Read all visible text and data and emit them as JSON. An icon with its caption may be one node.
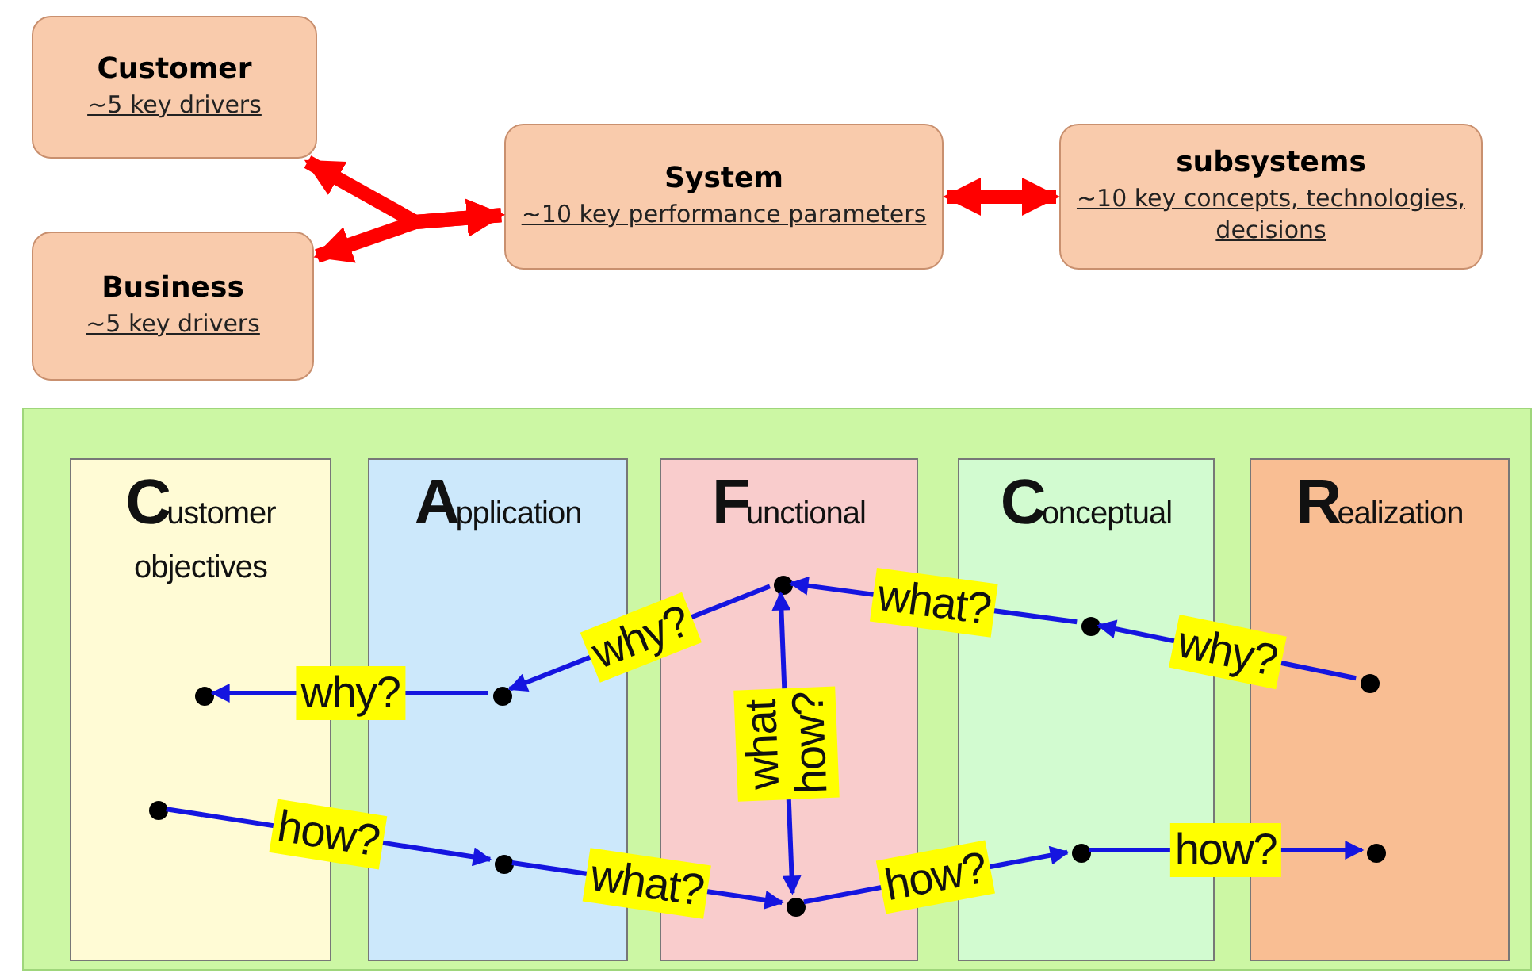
{
  "diagram": {
    "nodes": [
      {
        "text": [
          "Customer",
          "~5 key drivers"
        ]
      },
      {
        "text": [
          "Business",
          "~5 key drivers"
        ]
      },
      {
        "text": [
          "System",
          "~10 key performance parameters"
        ]
      },
      {
        "text": [
          "subsystems",
          "~10 key concepts, technologies, decisions"
        ]
      },
      {
        "text": [],
        "shape": "box"
      },
      {
        "text": [
          "Customer objectives"
        ],
        "in": 4
      },
      {
        "text": [
          "Application"
        ],
        "in": 4
      },
      {
        "text": [
          "Functional"
        ],
        "in": 4
      },
      {
        "text": [
          "Conceptual"
        ],
        "in": 4
      },
      {
        "text": [
          "Realization"
        ],
        "in": 4
      },
      {
        "text": [],
        "shape": "circle",
        "in": 5
      },
      {
        "text": [],
        "shape": "circle",
        "in": 6
      },
      {
        "text": [],
        "shape": "circle",
        "in": 7
      },
      {
        "text": [],
        "shape": "circle",
        "in": 8
      },
      {
        "text": [],
        "shape": "circle",
        "in": 9
      },
      {
        "text": [],
        "shape": "circle",
        "in": 5
      },
      {
        "text": [],
        "shape": "circle",
        "in": 6
      },
      {
        "text": [],
        "shape": "circle",
        "in": 7
      },
      {
        "text": [],
        "shape": "circle",
        "in": 8
      },
      {
        "text": [],
        "shape": "circle",
        "in": 9
      }
    ],
    "edges": [
      {
        "from": 0,
        "to": 2,
        "arrow": "both",
        "style": "thick",
        "color": "#ff0000"
      },
      {
        "from": 1,
        "to": 2,
        "arrow": "both",
        "style": "thick",
        "color": "#ff0000"
      },
      {
        "from": 2,
        "to": 3,
        "arrow": "both",
        "style": "thick",
        "color": "#ff0000"
      },
      {
        "from": 14,
        "to": 13,
        "arrow": "to",
        "label": "why?"
      },
      {
        "from": 13,
        "to": 12,
        "arrow": "to",
        "label": "what?"
      },
      {
        "from": 12,
        "to": 11,
        "arrow": "to",
        "label": "why?"
      },
      {
        "from": 11,
        "to": 10,
        "arrow": "to",
        "label": "why?"
      },
      {
        "from": 15,
        "to": 16,
        "arrow": "to",
        "label": "how?"
      },
      {
        "from": 16,
        "to": 17,
        "arrow": "to",
        "label": "what?"
      },
      {
        "from": 17,
        "to": 18,
        "arrow": "to",
        "label": "how?"
      },
      {
        "from": 18,
        "to": 19,
        "arrow": "to",
        "label": "how?"
      },
      {
        "from": 17,
        "to": 12,
        "arrow": "both",
        "label": "what how?"
      }
    ]
  }
}
